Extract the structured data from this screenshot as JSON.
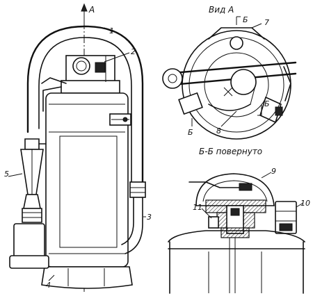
{
  "captions": {
    "section_arrow": "А",
    "view_a": "Вид А",
    "view_b_mark_top": "Б",
    "view_b_mark_left": "Б",
    "view_b_mark_right": "Б",
    "section_bb": "Б-Б повернуто"
  },
  "callouts": [
    {
      "id": "1",
      "label": "1"
    },
    {
      "id": "2",
      "label": "2"
    },
    {
      "id": "3",
      "label": "3"
    },
    {
      "id": "4",
      "label": "4"
    },
    {
      "id": "5",
      "label": "5"
    },
    {
      "id": "7",
      "label": "7"
    },
    {
      "id": "8",
      "label": "8"
    },
    {
      "id": "9",
      "label": "9"
    },
    {
      "id": "10",
      "label": "10"
    },
    {
      "id": "11",
      "label": "11"
    }
  ]
}
